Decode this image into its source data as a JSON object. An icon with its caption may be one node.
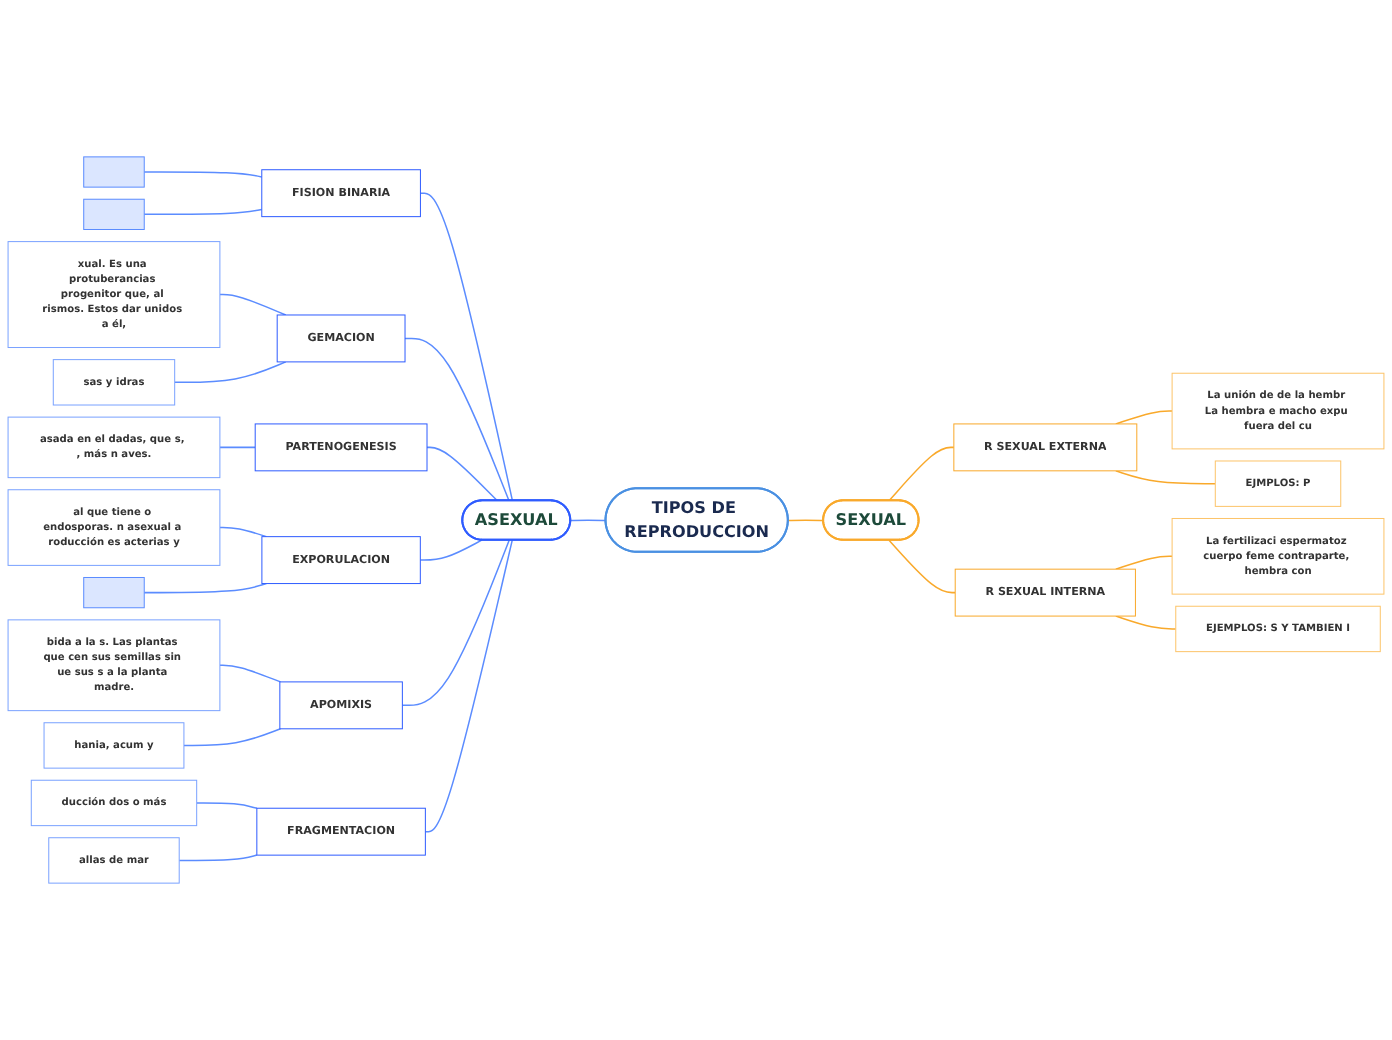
{
  "diagram": {
    "nodes": [
      {
        "text": [
          "TIPOS DE REPRODUCCION"
        ]
      },
      {
        "text": [
          "ASEXUAL"
        ]
      },
      {
        "text": [
          "SEXUAL"
        ]
      },
      {
        "text": [
          "FISION BINARIA"
        ]
      },
      {
        "text": [],
        "shape": "bar"
      },
      {
        "text": [],
        "shape": "bar"
      },
      {
        "text": [
          "GEMACION"
        ]
      },
      {
        "text": [
          "xual. Es una protuberancias progenitor que, al rismos. Estos dar unidos a él,"
        ]
      },
      {
        "text": [
          "sas y idras"
        ]
      },
      {
        "text": [
          "PARTENOGENESIS"
        ]
      },
      {
        "text": [
          "asada en el dadas, que s, , más n aves."
        ]
      },
      {
        "text": [
          "EXPORULACION"
        ]
      },
      {
        "text": [
          "al que tiene o endosporas. n asexual a roducción es acterias y"
        ]
      },
      {
        "text": [],
        "shape": "bar"
      },
      {
        "text": [
          "APOMIXIS"
        ]
      },
      {
        "text": [
          "bida a la s. Las plantas que cen sus semillas sin ue sus s a la planta madre."
        ]
      },
      {
        "text": [
          "hania, acum y"
        ]
      },
      {
        "text": [
          "FRAGMENTACION"
        ]
      },
      {
        "text": [
          "ducción dos o más"
        ]
      },
      {
        "text": [
          "allas de mar"
        ]
      },
      {
        "text": [
          "R SEXUAL EXTERNA"
        ]
      },
      {
        "text": [
          "La unión de de la hembr La hembra e macho expu fuera del cu"
        ]
      },
      {
        "text": [
          "EJMPLOS: P"
        ]
      },
      {
        "text": [
          "R SEXUAL INTERNA"
        ]
      },
      {
        "text": [
          "La fertilizaci espermatoz cuerpo feme contraparte, hembra con"
        ]
      },
      {
        "text": [
          "EJEMPLOS: S Y TAMBIEN I"
        ]
      }
    ],
    "edges": [
      {
        "from": 0,
        "to": 1,
        "arrow": "none"
      },
      {
        "from": 0,
        "to": 2,
        "arrow": "none",
        "color": "#f9a92b"
      },
      {
        "from": 1,
        "to": 3,
        "arrow": "none"
      },
      {
        "from": 3,
        "to": 4,
        "arrow": "none"
      },
      {
        "from": 3,
        "to": 5,
        "arrow": "none"
      },
      {
        "from": 1,
        "to": 6,
        "arrow": "none"
      },
      {
        "from": 6,
        "to": 7,
        "arrow": "none"
      },
      {
        "from": 6,
        "to": 8,
        "arrow": "none"
      },
      {
        "from": 1,
        "to": 9,
        "arrow": "none"
      },
      {
        "from": 9,
        "to": 10,
        "arrow": "none"
      },
      {
        "from": 1,
        "to": 11,
        "arrow": "none"
      },
      {
        "from": 11,
        "to": 12,
        "arrow": "none"
      },
      {
        "from": 11,
        "to": 13,
        "arrow": "none"
      },
      {
        "from": 1,
        "to": 14,
        "arrow": "none"
      },
      {
        "from": 14,
        "to": 15,
        "arrow": "none"
      },
      {
        "from": 14,
        "to": 16,
        "arrow": "none"
      },
      {
        "from": 1,
        "to": 17,
        "arrow": "none"
      },
      {
        "from": 17,
        "to": 18,
        "arrow": "none"
      },
      {
        "from": 17,
        "to": 19,
        "arrow": "none"
      },
      {
        "from": 2,
        "to": 20,
        "arrow": "none",
        "color": "#f9a92b"
      },
      {
        "from": 20,
        "to": 21,
        "arrow": "none",
        "color": "#f9a92b"
      },
      {
        "from": 20,
        "to": 22,
        "arrow": "none",
        "color": "#f9a92b"
      },
      {
        "from": 2,
        "to": 23,
        "arrow": "none",
        "color": "#f9a92b"
      },
      {
        "from": 23,
        "to": 24,
        "arrow": "none",
        "color": "#f9a92b"
      },
      {
        "from": 23,
        "to": 25,
        "arrow": "none",
        "color": "#f9a92b"
      }
    ]
  }
}
